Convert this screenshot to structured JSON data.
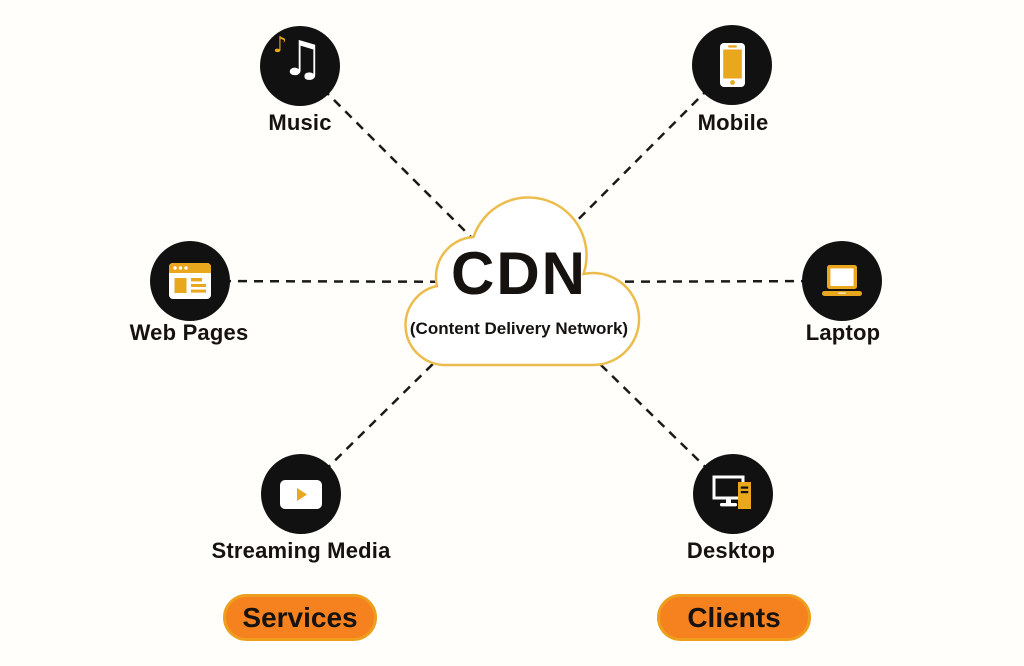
{
  "diagram": {
    "center": {
      "title": "CDN",
      "subtitle": "(Content Delivery Network)",
      "shape": "cloud-outline"
    },
    "services": {
      "group_label": "Services",
      "items": [
        {
          "label": "Music",
          "icon": "music-notes-icon"
        },
        {
          "label": "Web Pages",
          "icon": "browser-window-icon"
        },
        {
          "label": "Streaming Media",
          "icon": "video-player-icon"
        }
      ]
    },
    "clients": {
      "group_label": "Clients",
      "items": [
        {
          "label": "Mobile",
          "icon": "smartphone-icon"
        },
        {
          "label": "Laptop",
          "icon": "laptop-icon"
        },
        {
          "label": "Desktop",
          "icon": "desktop-computer-icon"
        }
      ]
    },
    "connector_style": "black-dashed-line",
    "colors": {
      "background": "#FFFEFB",
      "node_circle": "#111111",
      "accent_gold": "#E8A71C",
      "cloud_stroke": "#ECBD4D",
      "button_fill": "#F5821F",
      "button_border": "#EE9E1C",
      "line": "#1A1A1A",
      "text": "#151210"
    }
  }
}
